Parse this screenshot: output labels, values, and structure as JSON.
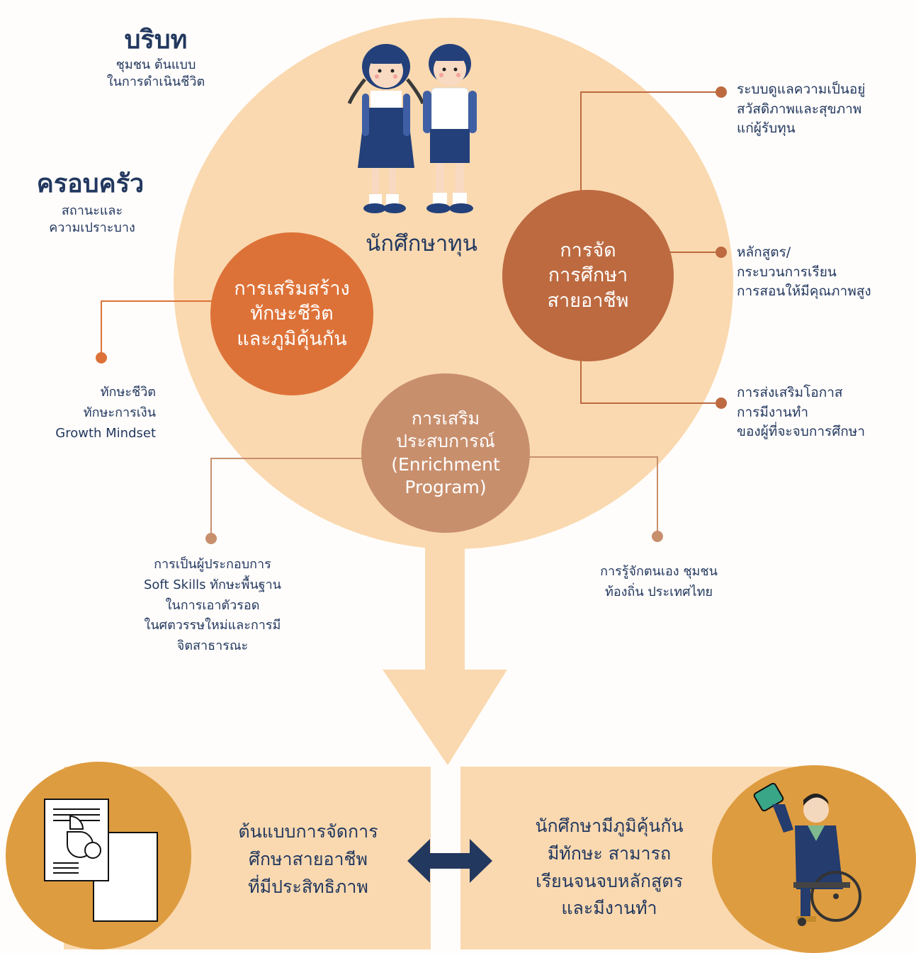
{
  "context": {
    "title": "บริบท",
    "description": "ชุมชน ต้นแบบ\nในการดำเนินชีวิต"
  },
  "family": {
    "title": "ครอบครัว",
    "description": "สถานะและ\nความเปราะบาง"
  },
  "center": {
    "label": "นักศึกษาทุน"
  },
  "bubbles": {
    "vocational": "การจัด\nการศึกษา\nสายอาชีพ",
    "life_skills": "การเสริมสร้าง\nทักษะชีวิต\nและภูมิคุ้นกัน",
    "enrichment": "การเสริม\nประสบการณ์\n(Enrichment\nProgram)"
  },
  "labels": {
    "welfare": "ระบบดูแลความเป็นอยู่\nสวัสดิภาพและสุขภาพ\nแก่ผู้รับทุน",
    "curriculum": "หลักสูตร/\nกระบวนการเรียน\nการสอนให้มีคุณภาพสูง",
    "employment": "การส่งเสริมโอกาส\nการมีงานทำ\nของผู้ที่จะจบการศึกษา",
    "life_skills": "ทักษะชีวิต\nทักษะการเงิน\nGrowth Mindset",
    "entrepreneur": "การเป็นผู้ประกอบการ\nSoft Skills ทักษะพื้นฐาน\nในการเอาตัวรอด\nในศตวรรษใหม่และการมี\nจิตสาธารณะ",
    "self_knowledge": "การรู้จักตนเอง ชุมชน\nท้องถิ่น ประเทศไทย"
  },
  "outcomes": {
    "left": "ต้นแบบการจัดการ\nศึกษาสายอาชีพ\nที่มีประสิทธิภาพ",
    "right": "นักศึกษามีภูมิคุ้นกัน\nมีทักษะ สามารถ\nเรียนจนจบหลักสูตร\nและมีงานทำ"
  },
  "colors": {
    "background_circle": "#fad9b0",
    "vocational": "#bd6a40",
    "life_skills": "#dd7238",
    "enrichment": "#c88f6d",
    "side_circles": "#de9c40",
    "text": "#22385f",
    "arrow": "#22385f"
  },
  "icons": {
    "students": "students-illustration",
    "document": "document-chart-icon",
    "graduate": "graduate-wheelchair-illustration"
  }
}
